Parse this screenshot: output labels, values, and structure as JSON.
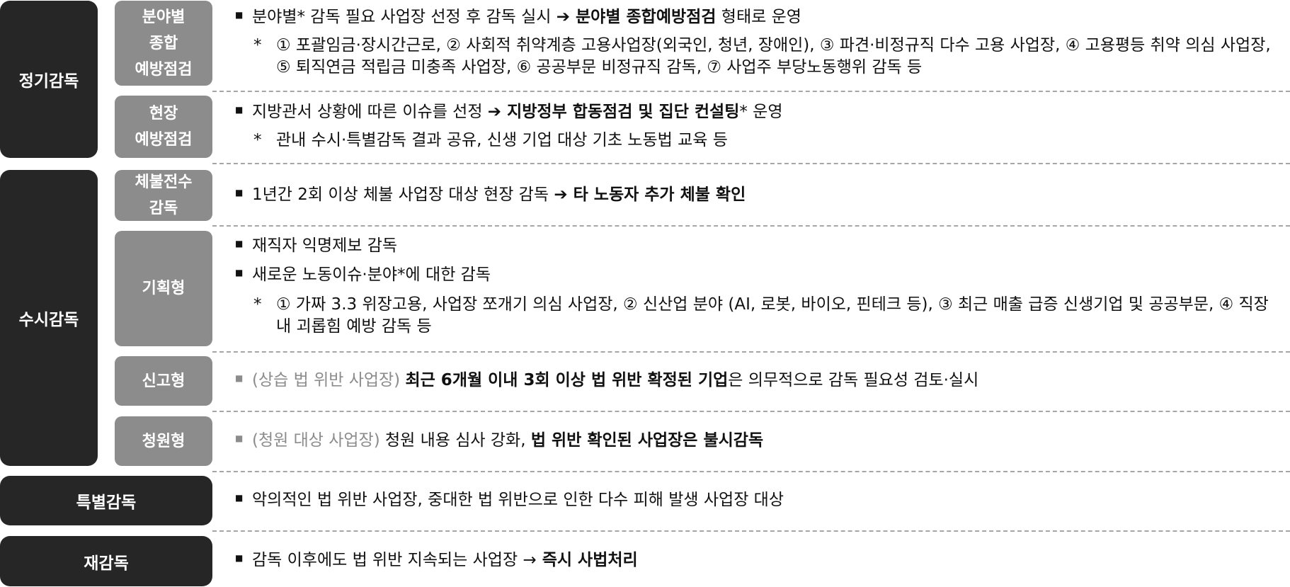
{
  "categories": {
    "regular": "정기감독",
    "occasional": "수시감독",
    "special": "특별감독",
    "reinspection": "재감독"
  },
  "subcategories": {
    "field_comprehensive": [
      "분야별",
      "종합",
      "예방점검"
    ],
    "site_preventive": [
      "현장",
      "예방점검"
    ],
    "unpaid_full": [
      "체불전수",
      "감독"
    ],
    "planned": "기획형",
    "report": "신고형",
    "petition": "청원형"
  },
  "content": {
    "field": {
      "bullet_pre": "분야별* 감독 필요 사업장 선정 후 감독 실시 ",
      "bullet_arrow": "➔",
      "bullet_bold": " 분야별 종합예방점검",
      "bullet_post": " 형태로 운영",
      "note_star": "*",
      "note_text": "① 포괄임금·장시간근로, ② 사회적 취약계층 고용사업장(외국인, 청년, 장애인), ③ 파견·비정규직 다수 고용 사업장, ④ 고용평등 취약 의심 사업장, ⑤ 퇴직연금 적립금 미충족 사업장, ⑥ 공공부문 비정규직 감독, ⑦ 사업주 부당노동행위 감독 등"
    },
    "site": {
      "bullet_pre": "지방관서 상황에 따른 이슈를 선정 ",
      "bullet_arrow": "➔",
      "bullet_bold": " 지방정부 합동점검 및 집단 컨설팅",
      "bullet_post": "* 운영",
      "note_star": "*",
      "note_text": "관내 수시·특별감독 결과 공유, 신생 기업 대상 기초 노동법 교육 등"
    },
    "unpaid": {
      "bullet_pre": "1년간 2회 이상 체불 사업장 대상 현장 감독 ",
      "bullet_arrow": "➔",
      "bullet_bold": " 타 노동자 추가 체불 확인"
    },
    "planned": {
      "bullet1": "재직자 익명제보 감독",
      "bullet2": "새로운 노동이슈·분야*에 대한 감독",
      "note_star": "*",
      "note_text": "① 가짜 3.3 위장고용, 사업장 쪼개기 의심 사업장, ② 신산업 분야 (AI, 로봇, 바이오, 핀테크 등), ③ 최근 매출 급증 신생기업 및 공공부문, ④ 직장내 괴롭힘 예방 감독 등"
    },
    "report": {
      "bullet_gray": "(상습 법 위반 사업장) ",
      "bullet_bold": "최근 6개월 이내 3회 이상 법 위반 확정된 기업",
      "bullet_post": "은 의무적으로 감독 필요성 검토·실시"
    },
    "petition": {
      "bullet_gray": "(청원 대상 사업장) ",
      "bullet_pre": "청원 내용 심사 강화, ",
      "bullet_bold": "법 위반 확인된 사업장은 불시감독"
    },
    "special": {
      "bullet": "악의적인 법 위반 사업장, 중대한 법 위반으로 인한 다수 피해 발생 사업장 대상"
    },
    "reinspection": {
      "bullet_pre": "감독 이후에도 법 위반 지속되는 사업장 ",
      "bullet_arrow": "→",
      "bullet_bold": " 즉시 사법처리"
    }
  },
  "bullet_glyph": "■",
  "colors": {
    "dark_box": "#262626",
    "gray_box": "#8c8c8c",
    "separator": "#a6a6a6"
  }
}
